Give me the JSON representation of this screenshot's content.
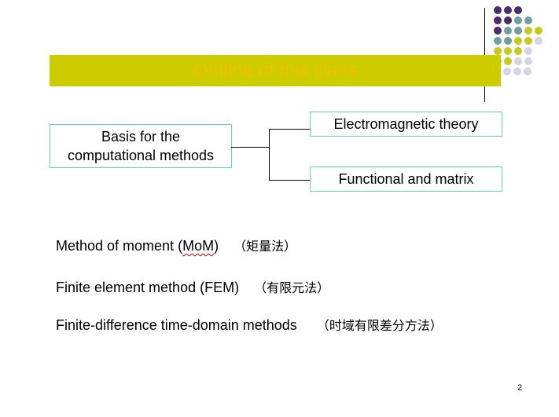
{
  "slide": {
    "title": "Outline of this class",
    "basis_box": {
      "line1": "Basis for the",
      "line2": "computational methods"
    },
    "branch_top": "Electromagnetic theory",
    "branch_bottom": "Functional and matrix",
    "methods": [
      {
        "pre": "Method of moment (",
        "abbr": "MoM",
        "post": ")",
        "chinese": "（矩量法）"
      },
      {
        "pre": "Finite element method (FEM)",
        "chinese": "（有限元法）"
      },
      {
        "pre": "Finite-difference time-domain methods",
        "chinese": "（时域有限差分方法）"
      }
    ],
    "page_number": "2"
  },
  "colors": {
    "title_bg": "#cccc00",
    "title_text": "#f0c000",
    "box_border": "#66cccc",
    "dot_purple": "#4b2a6e",
    "dot_teal": "#6f9ea3",
    "dot_olive": "#c8c820",
    "dot_lavender": "#d4d4e6"
  },
  "decoration": {
    "dot_grid": [
      [
        "purple",
        "purple",
        "purple"
      ],
      [
        "purple",
        "purple",
        "teal",
        "teal"
      ],
      [
        "purple",
        "teal",
        "teal",
        "olive",
        "olive"
      ],
      [
        "teal",
        "teal",
        "olive",
        "olive",
        "lavender"
      ],
      [
        "olive",
        "olive",
        "olive",
        "lavender"
      ],
      [
        "olive",
        "olive",
        "lavender",
        "lavender"
      ],
      [
        "lavender",
        "lavender",
        "lavender"
      ]
    ]
  }
}
